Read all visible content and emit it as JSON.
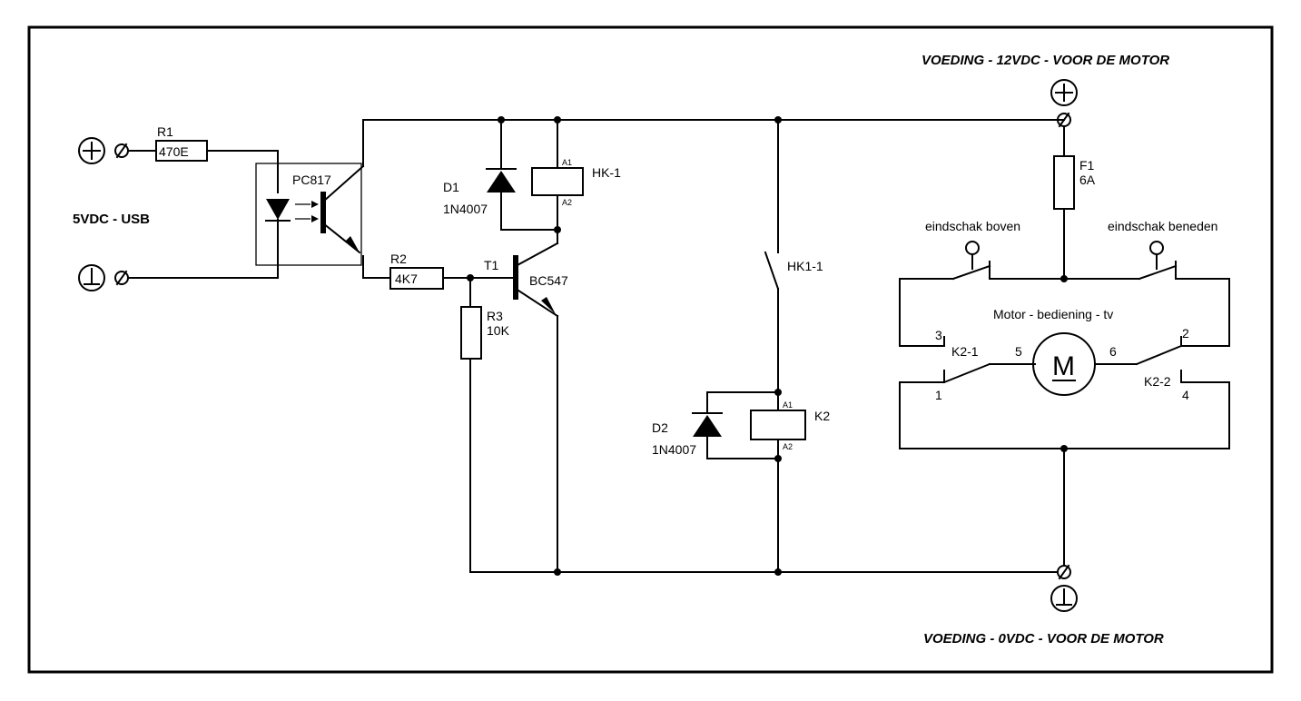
{
  "supply": {
    "top_label": "VOEDING - 12VDC - VOOR DE MOTOR",
    "bottom_label": "VOEDING - 0VDC - VOOR DE MOTOR"
  },
  "input": {
    "label": "5VDC - USB"
  },
  "components": {
    "r1": {
      "ref": "R1",
      "value": "470E"
    },
    "optocoupler": {
      "ref": "PC817"
    },
    "r2": {
      "ref": "R2",
      "value": "4K7"
    },
    "r3": {
      "ref": "R3",
      "value": "10K"
    },
    "t1": {
      "ref": "T1",
      "value": "BC547"
    },
    "d1": {
      "ref": "D1",
      "value": "1N4007"
    },
    "hk1": {
      "ref": "HK-1",
      "pin_a1": "A1",
      "pin_a2": "A2"
    },
    "hk1_contact": {
      "ref": "HK1-1"
    },
    "d2": {
      "ref": "D2",
      "value": "1N4007"
    },
    "k2": {
      "ref": "K2",
      "pin_a1": "A1",
      "pin_a2": "A2"
    },
    "f1": {
      "ref": "F1",
      "value": "6A"
    }
  },
  "motor_section": {
    "title": "Motor - bediening - tv",
    "motor_symbol": "M",
    "limit_switch_top": "eindschak boven",
    "limit_switch_bottom": "eindschak beneden",
    "k2_1": {
      "ref": "K2-1",
      "pin_com": "5",
      "pin_nc": "3",
      "pin_no": "1"
    },
    "k2_2": {
      "ref": "K2-2",
      "pin_com": "6",
      "pin_nc": "2",
      "pin_no": "4"
    }
  },
  "icons": [
    "plus-terminal-icon",
    "ground-terminal-icon",
    "screw-terminal-icon"
  ]
}
